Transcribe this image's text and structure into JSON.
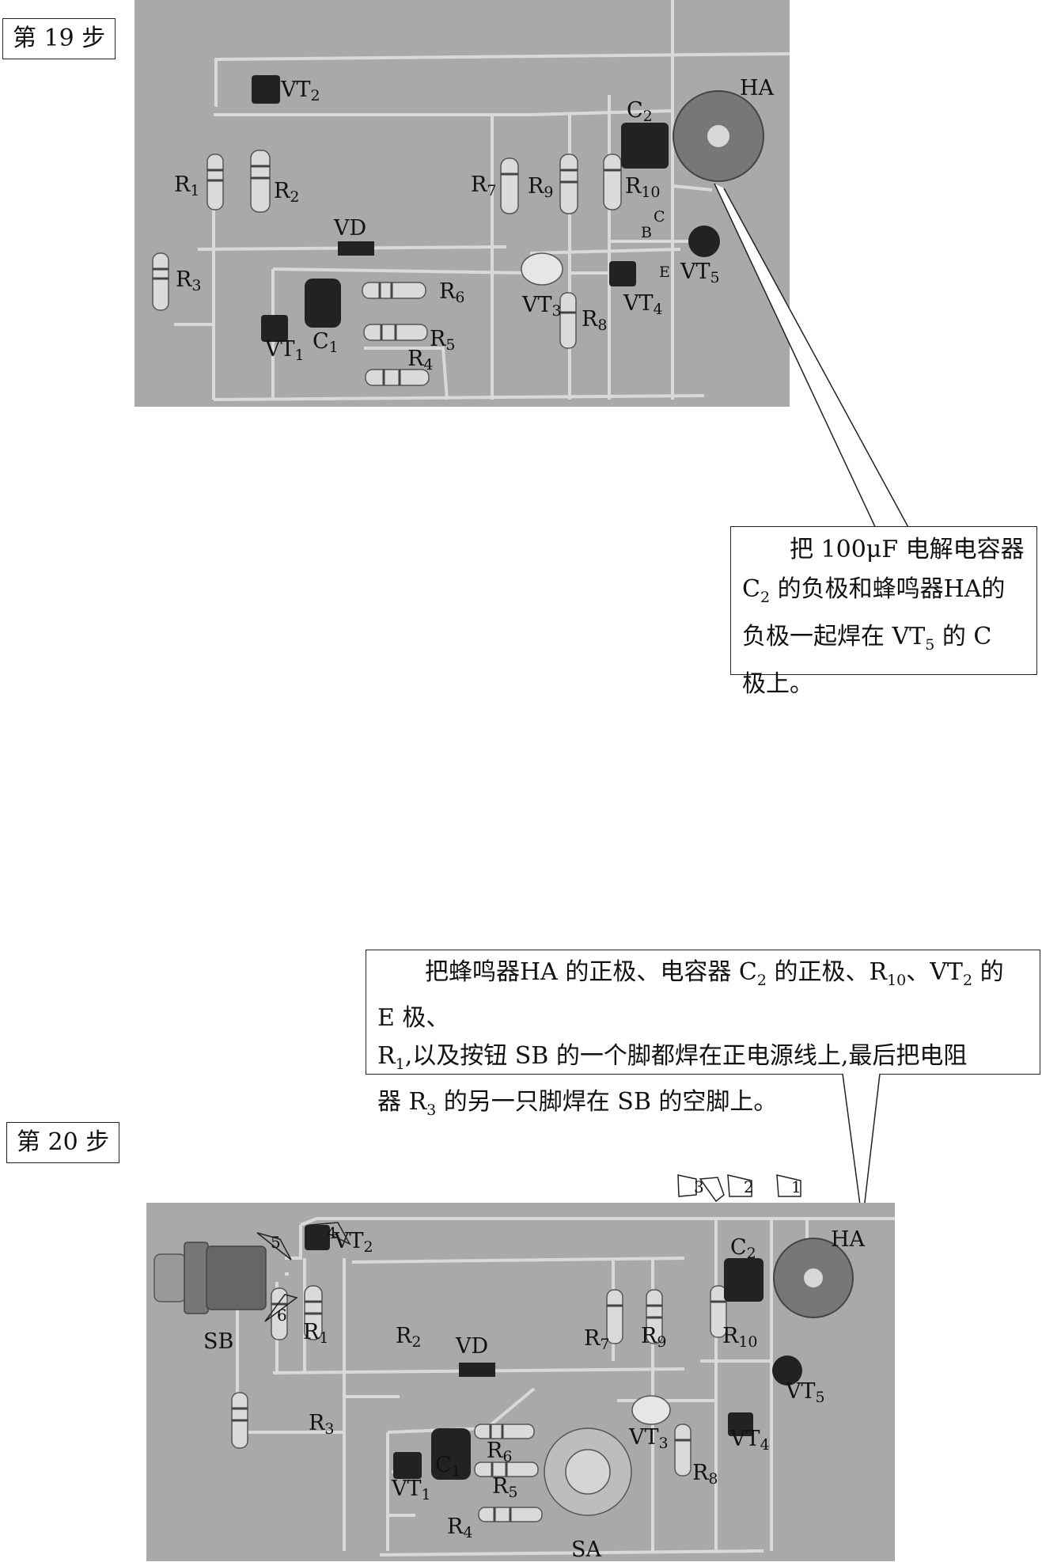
{
  "step19": {
    "title": "第 19 步",
    "labels": {
      "vt2": {
        "t": "VT",
        "s": "2"
      },
      "ha": {
        "t": "HA",
        "s": ""
      },
      "c2": {
        "t": "C",
        "s": "2"
      },
      "r1": {
        "t": "R",
        "s": "1"
      },
      "r2": {
        "t": "R",
        "s": "2"
      },
      "r7": {
        "t": "R",
        "s": "7"
      },
      "r9": {
        "t": "R",
        "s": "9"
      },
      "r10": {
        "t": "R",
        "s": "10"
      },
      "vd": {
        "t": "VD",
        "s": ""
      },
      "r3": {
        "t": "R",
        "s": "3"
      },
      "r6": {
        "t": "R",
        "s": "6"
      },
      "r5": {
        "t": "R",
        "s": "5"
      },
      "r4": {
        "t": "R",
        "s": "4"
      },
      "r8": {
        "t": "R",
        "s": "8"
      },
      "vt1": {
        "t": "VT",
        "s": "1"
      },
      "c1": {
        "t": "C",
        "s": "1"
      },
      "vt3": {
        "t": "VT",
        "s": "3"
      },
      "vt4": {
        "t": "VT",
        "s": "4"
      },
      "vt5": {
        "t": "VT",
        "s": "5"
      },
      "pin_b": "B",
      "pin_c": "C",
      "pin_e": "E"
    },
    "callout": {
      "line1": "把 100μF 电解电容器",
      "line2_a": "C",
      "line2_sub": "2",
      "line2_b": " 的负极和蜂鸣器HA的",
      "line3_a": "负极一起焊在 VT",
      "line3_sub": "5",
      "line3_b": " 的 C",
      "line4": "极上。"
    }
  },
  "step20": {
    "title": "第 20 步",
    "labels": {
      "vt2": {
        "t": "VT",
        "s": "2"
      },
      "ha": {
        "t": "HA",
        "s": ""
      },
      "c2": {
        "t": "C",
        "s": "2"
      },
      "sb": {
        "t": "SB",
        "s": ""
      },
      "r1": {
        "t": "R",
        "s": "1"
      },
      "r2": {
        "t": "R",
        "s": "2"
      },
      "r7": {
        "t": "R",
        "s": "7"
      },
      "r9": {
        "t": "R",
        "s": "9"
      },
      "r10": {
        "t": "R",
        "s": "10"
      },
      "vd": {
        "t": "VD",
        "s": ""
      },
      "r3": {
        "t": "R",
        "s": "3"
      },
      "vt3": {
        "t": "VT",
        "s": "3"
      },
      "vt4": {
        "t": "VT",
        "s": "4"
      },
      "vt5": {
        "t": "VT",
        "s": "5"
      },
      "r6": {
        "t": "R",
        "s": "6"
      },
      "c1": {
        "t": "C",
        "s": "1"
      },
      "vt1": {
        "t": "VT",
        "s": "1"
      },
      "r5": {
        "t": "R",
        "s": "5"
      },
      "r8": {
        "t": "R",
        "s": "8"
      },
      "r4": {
        "t": "R",
        "s": "4"
      },
      "sa": {
        "t": "SA",
        "s": ""
      }
    },
    "markers": [
      "1",
      "2",
      "3",
      "4",
      "5",
      "6"
    ],
    "callout": {
      "l1_a": "把蜂鸣器HA 的正极、电容器 C",
      "l1_sub1": "2",
      "l1_b": " 的正极、R",
      "l1_sub2": "10",
      "l1_c": "、VT",
      "l1_sub3": "2",
      "l1_d": " 的 E 极、",
      "l2_a": "R",
      "l2_sub": "1",
      "l2_b": ",以及按钮 SB 的一个脚都焊在正电源线上,最后把电阻",
      "l3_a": "器 R",
      "l3_sub": "3",
      "l3_b": " 的另一只脚焊在 SB 的空脚上。"
    }
  }
}
